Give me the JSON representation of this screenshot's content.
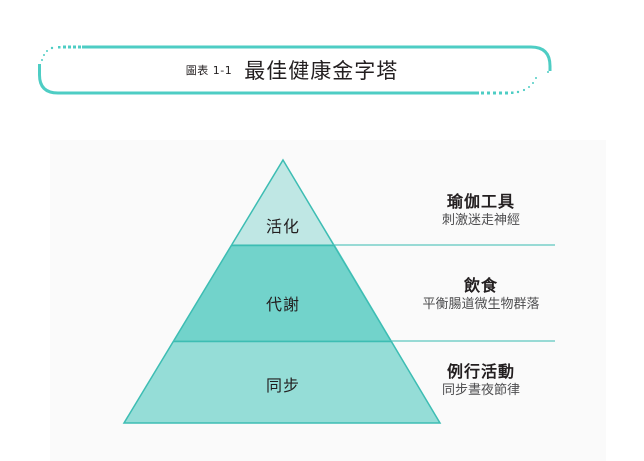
{
  "title": {
    "figure_label": "圖表 1-1",
    "main": "最佳健康金字塔"
  },
  "colors": {
    "frame": "#4ecdc4",
    "tier_top": "#bfe7e4",
    "tier_middle": "#72d3cb",
    "tier_bottom": "#95ddd7",
    "outline": "#3dbdb3",
    "divider": "#5ec8bf",
    "panel": "#fafafa"
  },
  "pyramid": {
    "tiers": [
      {
        "label": "活化",
        "side_title": "瑜伽工具",
        "side_subtitle": "刺激迷走神經"
      },
      {
        "label": "代謝",
        "side_title": "飲食",
        "side_subtitle": "平衡腸道微生物群落"
      },
      {
        "label": "同步",
        "side_title": "例行活動",
        "side_subtitle": "同步晝夜節律"
      }
    ]
  }
}
